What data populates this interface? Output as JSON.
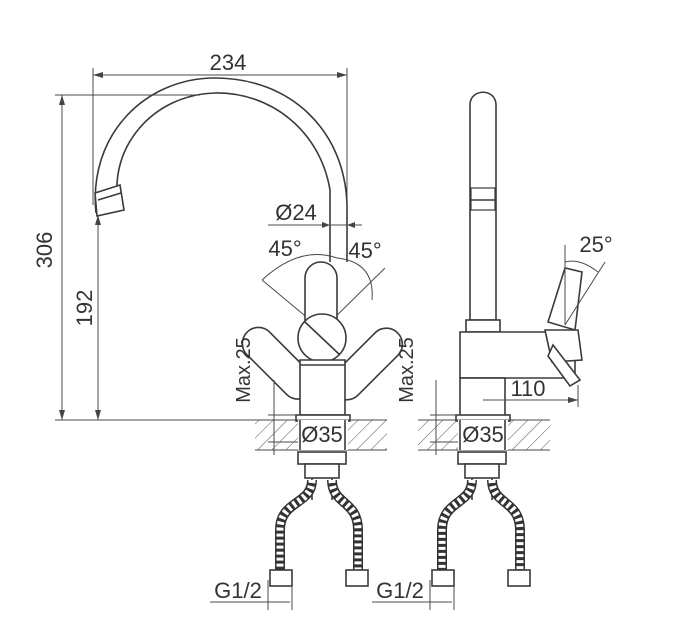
{
  "dimensions": {
    "width_234": "234",
    "height_306": "306",
    "height_192": "192",
    "diameter_24": "Ø24",
    "angle_left_45": "45°",
    "angle_right_45": "45°",
    "max_25_front": "Max.25",
    "max_25_side": "Max.25",
    "diameter_35_front": "Ø35",
    "diameter_35_side": "Ø35",
    "angle_25": "25°",
    "depth_110": "110",
    "thread_front": "G1/2",
    "thread_side": "G1/2"
  }
}
